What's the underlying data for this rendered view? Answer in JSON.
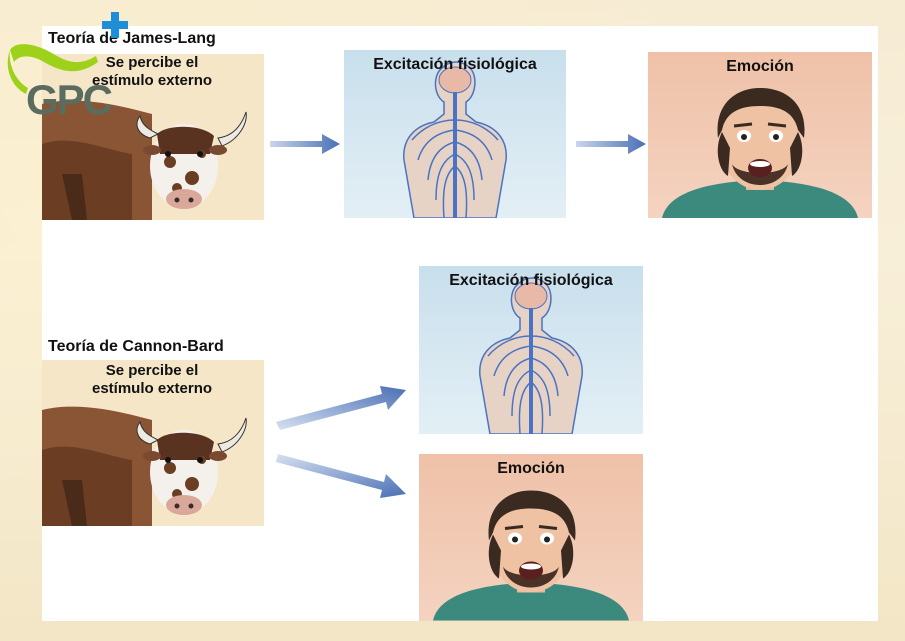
{
  "logo": {
    "text": "GPC",
    "icon": "plus-icon",
    "accent_green": "#9ed11a",
    "accent_blue": "#1e8fd6"
  },
  "james_lange": {
    "title": "Teoría de James-Lang",
    "stimulus_label": "Se percibe el estímulo externo",
    "stimulus_line1": "Se percibe el",
    "stimulus_line2": "estímulo externo",
    "arousal_label": "Excitación fisiológica",
    "emotion_label": "Emoción"
  },
  "cannon_bard": {
    "title": "Teoría de Cannon-Bard",
    "stimulus_line1": "Se percibe el",
    "stimulus_line2": "estímulo externo",
    "arousal_label": "Excitación fisiológica",
    "emotion_label": "Emoción"
  },
  "colors": {
    "arrow": "#4a6fb5",
    "nerve": "#4a73c4",
    "body_panel": "#d2e5ef",
    "emotion_panel": "#f0c6ae",
    "stimulus_panel": "#f5e6c8"
  }
}
